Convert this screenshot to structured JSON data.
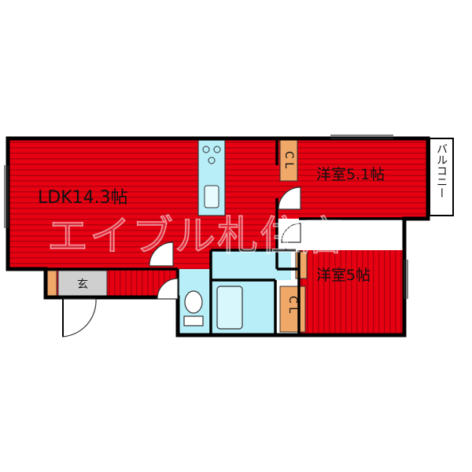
{
  "rooms": {
    "ldk": "LDK14.3帖",
    "western1": "洋室5.1帖",
    "western2": "洋室5帖",
    "entrance": "玄",
    "balcony": "バルコニー",
    "closet1": "C L",
    "closet2": "C L"
  },
  "watermark": "エイブル札住店",
  "colors": {
    "room_fill": "#e60012",
    "stripe": "#b4000e",
    "wall": "#000000",
    "wet_area": "#b8eef8",
    "closet": "#f0a868",
    "entrance_floor": "#cfcfcf"
  }
}
